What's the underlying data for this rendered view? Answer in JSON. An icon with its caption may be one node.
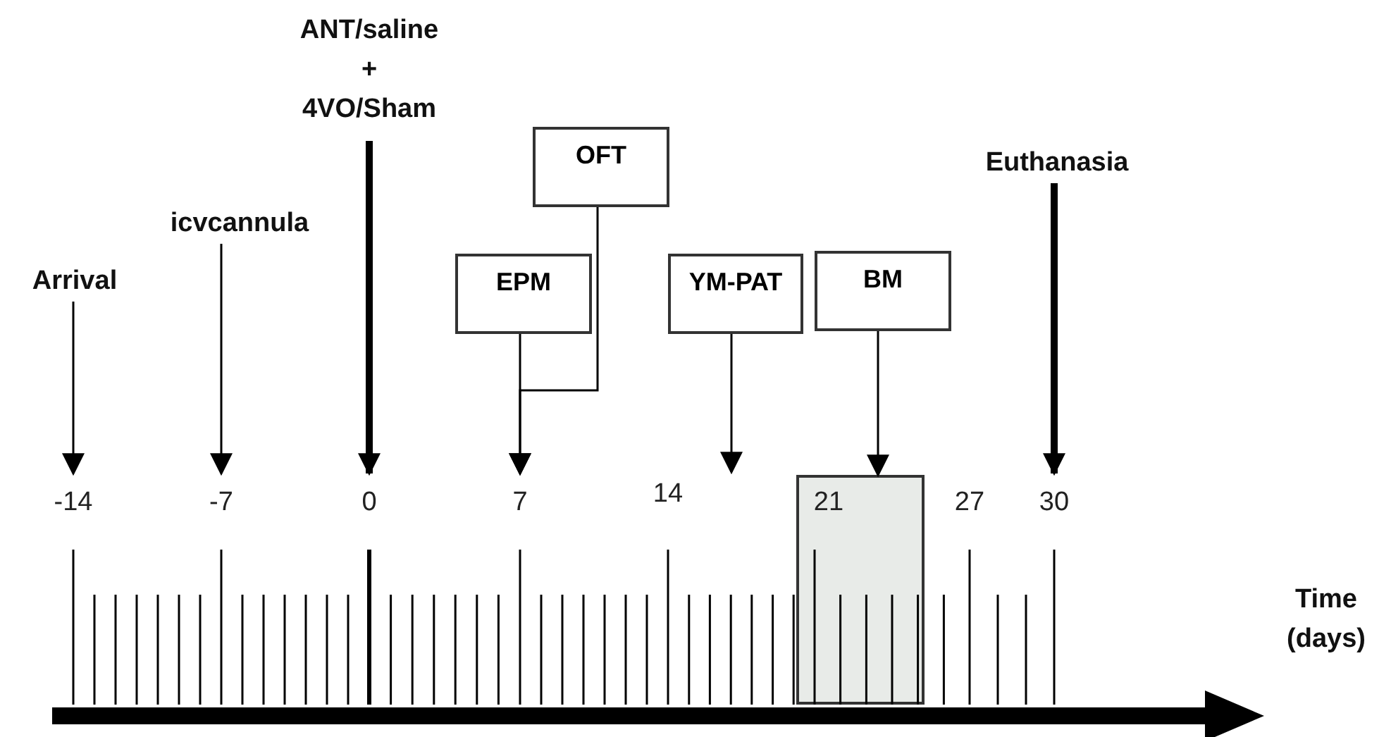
{
  "diagram": {
    "nodes": [
      {
        "text": [
          "Arrival"
        ]
      },
      {
        "text": [
          "icvcannula"
        ]
      },
      {
        "text": [
          "ANT/saline + 4VO/Sham"
        ]
      },
      {
        "text": [
          "OFT"
        ]
      },
      {
        "text": [
          "EPM"
        ]
      },
      {
        "text": [
          "YM-PAT"
        ]
      },
      {
        "text": [
          "BM"
        ]
      },
      {
        "text": [
          "Euthanasia"
        ]
      },
      {
        "text": [
          "-14"
        ]
      },
      {
        "text": [
          "-7"
        ]
      },
      {
        "text": [
          "0"
        ]
      },
      {
        "text": [
          "7"
        ]
      },
      {
        "text": [],
        "shape": "box"
      },
      {
        "text": [
          "30"
        ]
      }
    ],
    "edges": [
      {
        "from": 0,
        "to": 8,
        "arrow": "to"
      },
      {
        "from": 1,
        "to": 9,
        "arrow": "to"
      },
      {
        "from": 2,
        "to": 10,
        "arrow": "to",
        "style": "thick"
      },
      {
        "from": 3,
        "to": 11,
        "arrow": "to"
      },
      {
        "from": 4,
        "to": 11,
        "arrow": "to"
      },
      {
        "from": 5,
        "to": null,
        "arrow": "to"
      },
      {
        "from": 6,
        "to": 12,
        "arrow": "to"
      },
      {
        "from": 7,
        "to": 13,
        "arrow": "to",
        "style": "thick"
      }
    ],
    "labels": [
      "14",
      "21",
      "27",
      "Time (days)"
    ]
  }
}
